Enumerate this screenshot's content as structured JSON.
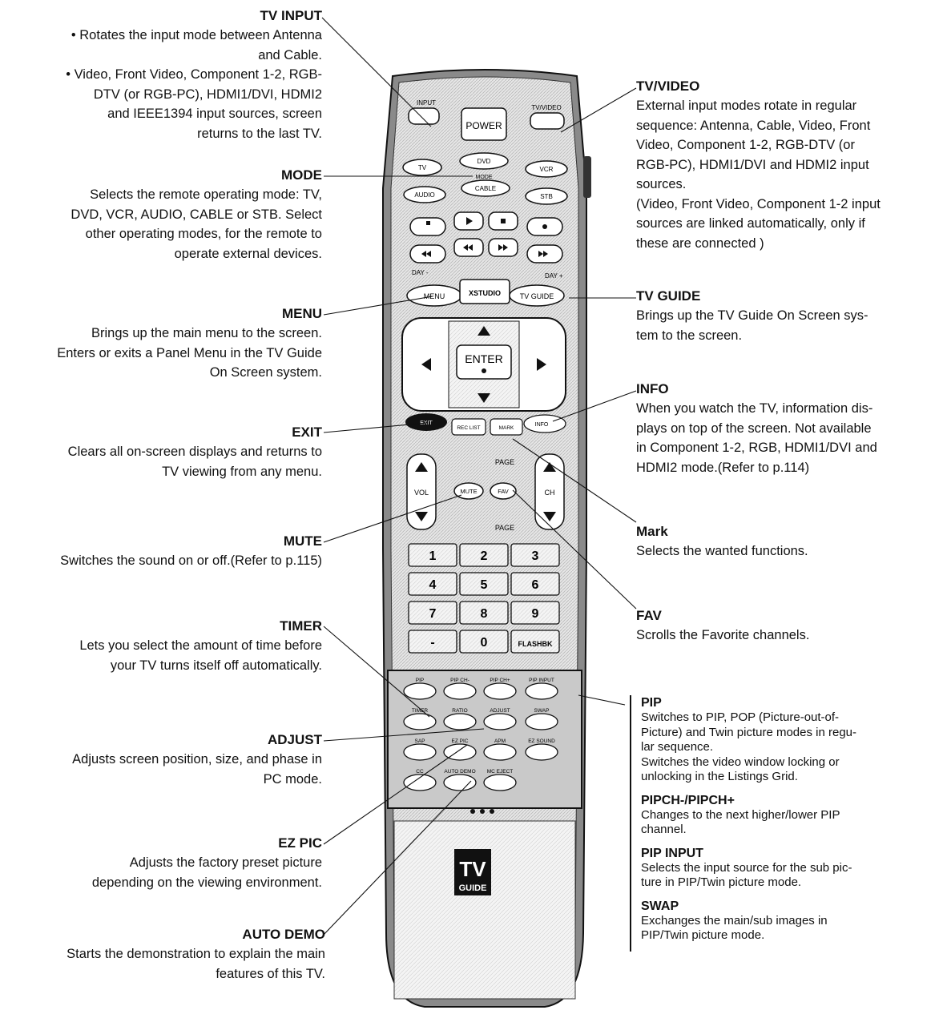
{
  "annotations_left": [
    {
      "key": "tv_input",
      "title": "TV INPUT",
      "desc": "• Rotates the input mode between Antenna\nand Cable.\n• Video, Front Video, Component 1-2, RGB-\nDTV (or RGB-PC), HDMI1/DVI, HDMI2\nand  IEEE1394 input sources, screen\nreturns to the last TV."
    },
    {
      "key": "mode",
      "title": "MODE",
      "desc": "Selects the remote operating mode: TV,\nDVD, VCR, AUDIO, CABLE or STB. Select\nother operating modes, for the remote to\noperate external devices."
    },
    {
      "key": "menu",
      "title": "MENU",
      "desc": "Brings up the main menu to the screen.\nEnters or exits a Panel Menu in the TV Guide\nOn Screen system."
    },
    {
      "key": "exit",
      "title": "EXIT",
      "desc": "Clears all on-screen displays and returns to\nTV viewing from any menu."
    },
    {
      "key": "mute",
      "title": "MUTE",
      "desc": "Switches the sound on or off.(Refer to p.115)"
    },
    {
      "key": "timer",
      "title": "TIMER",
      "desc": "Lets you select the amount of time before\nyour TV turns itself off automatically."
    },
    {
      "key": "adjust",
      "title": "ADJUST",
      "desc": "Adjusts screen position, size, and phase in\nPC mode."
    },
    {
      "key": "ezpic",
      "title": "EZ PIC",
      "desc": "Adjusts the factory preset picture\ndepending on the viewing environment."
    },
    {
      "key": "autodemo",
      "title": "AUTO DEMO",
      "desc": "Starts the demonstration to explain the main\nfeatures of  this TV."
    }
  ],
  "annotations_right": [
    {
      "key": "tvvideo",
      "title": "TV/VIDEO",
      "desc": "External input modes rotate in regular\nsequence: Antenna, Cable, Video, Front\nVideo, Component 1-2, RGB-DTV (or\nRGB-PC),  HDMI1/DVI and HDMI2 input\nsources.\n(Video, Front Video, Component 1-2 input\nsources are linked automatically, only if\nthese are connected )"
    },
    {
      "key": "tvguide",
      "title": "TV GUIDE",
      "desc": "Brings up the TV Guide On Screen sys-\ntem to the screen."
    },
    {
      "key": "info",
      "title": "INFO",
      "desc": "When you watch the TV, information dis-\nplays  on top of the screen. Not available\nin Component 1-2, RGB, HDMI1/DVI and\nHDMI2 mode.(Refer to p.114)"
    },
    {
      "key": "mark",
      "title": "Mark",
      "desc": "Selects the wanted functions."
    },
    {
      "key": "fav",
      "title": "FAV",
      "desc": "Scrolls the Favorite channels."
    }
  ],
  "pip_box": [
    {
      "title": "PIP",
      "desc": "Switches to PIP, POP (Picture-out-of-\nPicture) and Twin picture modes in regu-\nlar sequence.\nSwitches the video window locking or\nunlocking in the Listings Grid."
    },
    {
      "title": "PIPCH-/PIPCH+",
      "desc": "Changes to the next higher/lower PIP\nchannel."
    },
    {
      "title": "PIP INPUT",
      "desc": "Selects the input source for the sub pic-\nture in PIP/Twin picture mode."
    },
    {
      "title": "SWAP",
      "desc": "Exchanges the main/sub images in\nPIP/Twin picture mode."
    }
  ],
  "remote": {
    "input_label": "INPUT",
    "power_label": "POWER",
    "tvvideo_label": "TV/VIDEO",
    "modes": {
      "tv": "TV",
      "dvd": "DVD",
      "vcr": "VCR",
      "mode": "MODE",
      "audio": "AUDIO",
      "cable": "CABLE",
      "stb": "STB"
    },
    "day_minus": "DAY -",
    "day_plus": "DAY +",
    "menu": "MENU",
    "xstudio": "XSTUDIO",
    "tv_guide": "TV GUIDE",
    "enter": "ENTER",
    "exit": "EXIT",
    "rec_list": "REC LIST",
    "mark": "MARK",
    "info": "INFO",
    "page_up": "PAGE",
    "page_down": "PAGE",
    "vol": "VOL",
    "ch": "CH",
    "mute": "MUTE",
    "fav": "FAV",
    "keys": [
      "1",
      "2",
      "3",
      "4",
      "5",
      "6",
      "7",
      "8",
      "9",
      "-",
      "0",
      "FLASHBK"
    ],
    "pip_row1": [
      "PIP",
      "PIP CH-",
      "PIP CH+",
      "PIP INPUT"
    ],
    "pip_row2": [
      "TIMER",
      "RATIO",
      "ADJUST",
      "SWAP"
    ],
    "pip_row3": [
      "SAP",
      "EZ PIC",
      "APM",
      "EZ SOUND"
    ],
    "pip_row4": [
      "CC",
      "AUTO DEMO",
      "MC EJECT"
    ],
    "logo_top": "TV",
    "logo_bottom": "GUIDE"
  }
}
